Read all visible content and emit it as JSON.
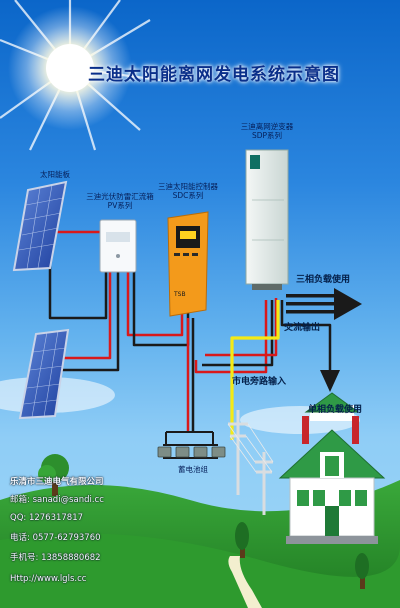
{
  "title": "三迪太阳能离网发电系统示意图",
  "components": {
    "solar_panel": "太阳能板",
    "combiner_name": "三迪光伏防雷汇流箱",
    "combiner_series": "PV系列",
    "controller_name": "三迪太阳能控制器",
    "controller_series": "SDC系列",
    "controller_badge": "TSB",
    "inverter_name": "三迪离网逆变器",
    "inverter_series": "SDP系列",
    "battery": "蓄电池组"
  },
  "flows": {
    "three_phase": "三相负载使用",
    "ac_output": "交流输出",
    "grid_input": "市电旁路输入",
    "single_phase": "单相负载使用"
  },
  "contact": [
    "乐清市三迪电气有限公司",
    "邮箱: sanadi@sandi.cc",
    "QQ: 1276317817",
    "电话: 0577-62793760",
    "手机号: 13858880682",
    "Http://www.lgls.cc"
  ],
  "colors": {
    "sky_top": "#0b66c9",
    "wire_red": "#d9191b",
    "wire_black": "#1a1a1a",
    "wire_yellow": "#f5ea14",
    "controller_orange": "#f39a1b",
    "house_green": "#2f9a46",
    "house_red": "#c8262b"
  }
}
